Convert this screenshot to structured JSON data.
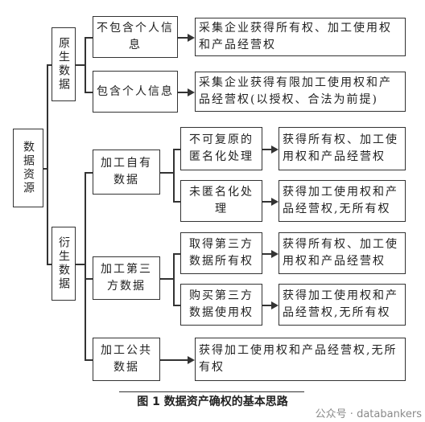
{
  "root": "数据资源",
  "raw": {
    "label": "原生数据",
    "items": [
      {
        "category": "不包含个人信息",
        "result": "采集企业获得所有权、加工使用权和产品经营权"
      },
      {
        "category": "包含个人信息",
        "result": "采集企业获得有限加工使用权和产品经营权(以授权、合法为前提)"
      }
    ]
  },
  "derived": {
    "label": "衍生数据",
    "groups": [
      {
        "category": "加工自有数据",
        "subs": [
          {
            "label": "不可复原的匿名化处理",
            "result": "获得所有权、加工使用权和产品经营权"
          },
          {
            "label": "未匿名化处理",
            "result": "获得加工使用权和产品经营权,无所有权"
          }
        ]
      },
      {
        "category": "加工第三方数据",
        "subs": [
          {
            "label": "取得第三方数据所有权",
            "result": "获得所有权、加工使用权和产品经营权"
          },
          {
            "label": "购买第三方数据使用权",
            "result": "获得加工使用权和产品经营权,无所有权"
          }
        ]
      },
      {
        "category": "加工公共数据",
        "result": "获得加工使用权和产品经营权,无所有权"
      }
    ]
  },
  "caption": "图 1  数据资产确权的基本思路",
  "watermark": "公众号 · databankers"
}
